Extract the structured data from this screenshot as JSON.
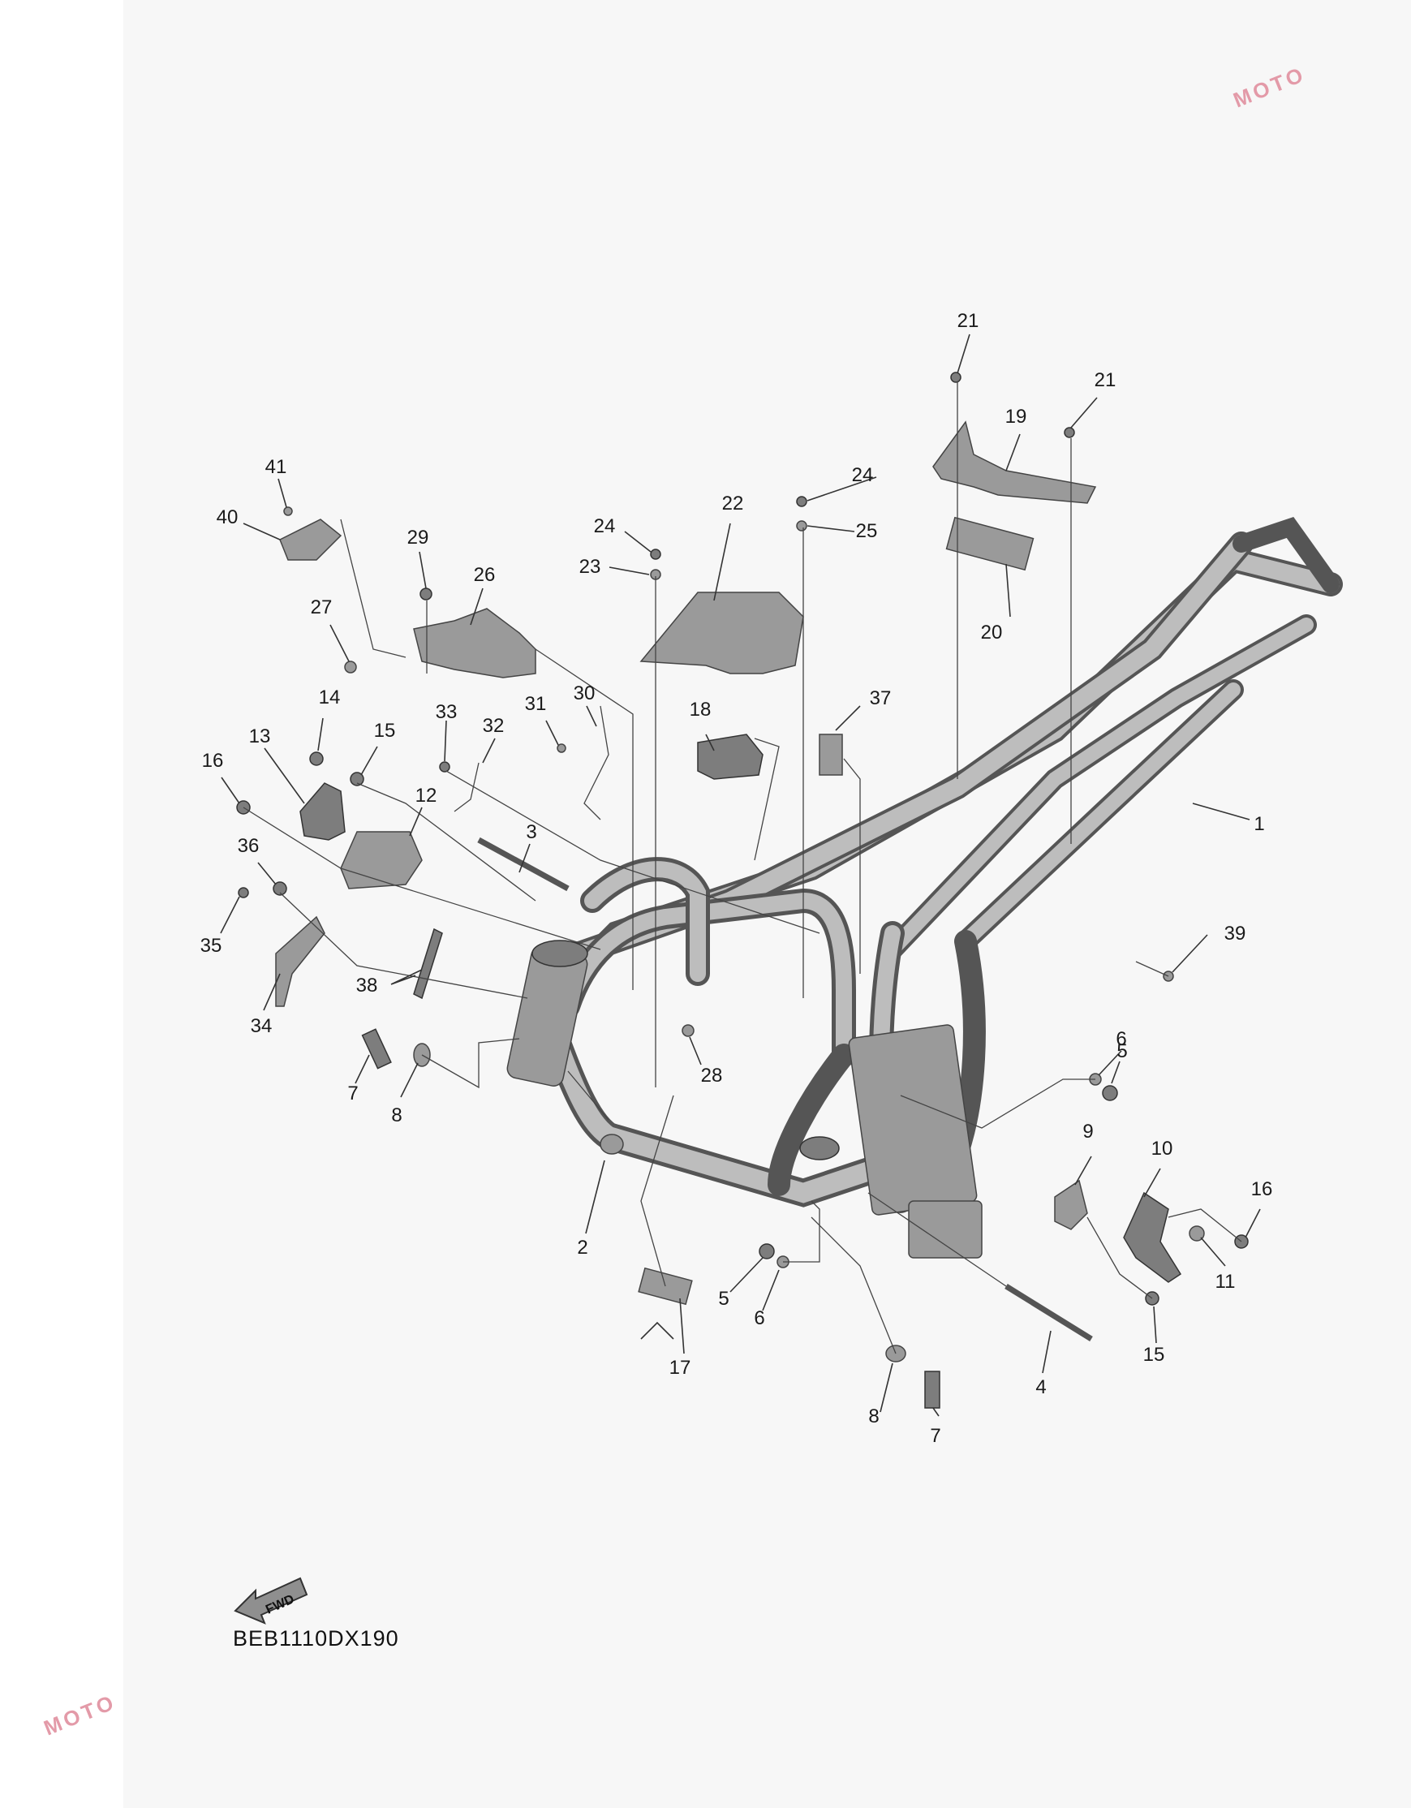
{
  "diagram_code": "BEB1110DX190",
  "fwd_arrow_label": "FWD",
  "watermark": "MOTO",
  "callouts": [
    {
      "id": "c1",
      "label": "1"
    },
    {
      "id": "c2",
      "label": "2"
    },
    {
      "id": "c3",
      "label": "3"
    },
    {
      "id": "c4",
      "label": "4"
    },
    {
      "id": "c5a",
      "label": "5"
    },
    {
      "id": "c5b",
      "label": "5"
    },
    {
      "id": "c6a",
      "label": "6"
    },
    {
      "id": "c6b",
      "label": "6"
    },
    {
      "id": "c7a",
      "label": "7"
    },
    {
      "id": "c7b",
      "label": "7"
    },
    {
      "id": "c8a",
      "label": "8"
    },
    {
      "id": "c8b",
      "label": "8"
    },
    {
      "id": "c9",
      "label": "9"
    },
    {
      "id": "c10",
      "label": "10"
    },
    {
      "id": "c11",
      "label": "11"
    },
    {
      "id": "c12",
      "label": "12"
    },
    {
      "id": "c13",
      "label": "13"
    },
    {
      "id": "c14",
      "label": "14"
    },
    {
      "id": "c15a",
      "label": "15"
    },
    {
      "id": "c15b",
      "label": "15"
    },
    {
      "id": "c16a",
      "label": "16"
    },
    {
      "id": "c16b",
      "label": "16"
    },
    {
      "id": "c17",
      "label": "17"
    },
    {
      "id": "c18",
      "label": "18"
    },
    {
      "id": "c19",
      "label": "19"
    },
    {
      "id": "c20",
      "label": "20"
    },
    {
      "id": "c21a",
      "label": "21"
    },
    {
      "id": "c21b",
      "label": "21"
    },
    {
      "id": "c22",
      "label": "22"
    },
    {
      "id": "c23",
      "label": "23"
    },
    {
      "id": "c24a",
      "label": "24"
    },
    {
      "id": "c24b",
      "label": "24"
    },
    {
      "id": "c25",
      "label": "25"
    },
    {
      "id": "c26",
      "label": "26"
    },
    {
      "id": "c27",
      "label": "27"
    },
    {
      "id": "c28",
      "label": "28"
    },
    {
      "id": "c29",
      "label": "29"
    },
    {
      "id": "c30",
      "label": "30"
    },
    {
      "id": "c31",
      "label": "31"
    },
    {
      "id": "c32",
      "label": "32"
    },
    {
      "id": "c33",
      "label": "33"
    },
    {
      "id": "c34",
      "label": "34"
    },
    {
      "id": "c35",
      "label": "35"
    },
    {
      "id": "c36",
      "label": "36"
    },
    {
      "id": "c37",
      "label": "37"
    },
    {
      "id": "c38",
      "label": "38"
    },
    {
      "id": "c39",
      "label": "39"
    },
    {
      "id": "c40",
      "label": "40"
    },
    {
      "id": "c41",
      "label": "41"
    }
  ]
}
